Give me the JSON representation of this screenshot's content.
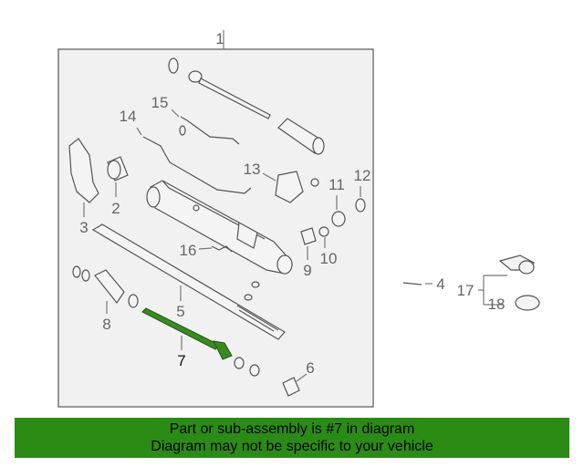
{
  "diagram": {
    "callouts": {
      "c1": "1",
      "c2": "2",
      "c3": "3",
      "c4": "4",
      "c5": "5",
      "c6": "6",
      "c7": "7",
      "c8": "8",
      "c9": "9",
      "c10": "10",
      "c11": "11",
      "c12": "12",
      "c13": "13",
      "c14": "14",
      "c15": "15",
      "c16": "16",
      "c17": "17",
      "c18": "18"
    },
    "highlight_color": "#3a8a22"
  },
  "footer": {
    "line1": "Part or sub-assembly is #7 in diagram",
    "line2": "Diagram may not be specific to your vehicle",
    "background": "#2b8c15"
  }
}
